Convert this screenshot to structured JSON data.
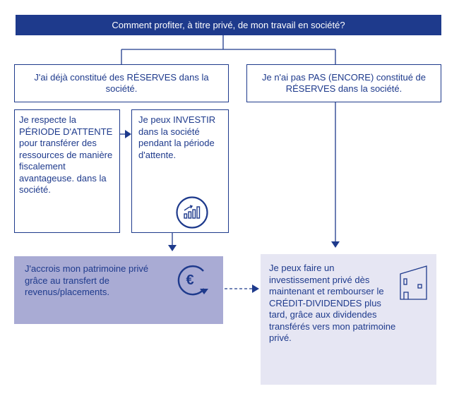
{
  "title": "Comment profiter, à titre privé, de mon travail en société?",
  "left_branch": {
    "label": "J'ai déjà constitué des RÉSERVES dans la société.",
    "option_wait": "Je respecte la PÉRIODE D'ATTENTE pour transférer des ressources de manière fiscalement avantageuse. dans la société.",
    "option_invest": "Je peux INVESTIR dans la société pendant la période d'attente.",
    "option_invest_icon": "growth-chart-icon",
    "result": "J'accrois mon patrimoine privé grâce au transfert de revenus/placements.",
    "result_icon": "euro-cycle-icon"
  },
  "right_branch": {
    "label": "Je n'ai pas PAS (ENCORE) constitué de RÉSERVES dans la société.",
    "result": "Je peux faire un investissement privé dès maintenant et rembourser le CRÉDIT-DIVIDENDES plus tard, grâce aux dividendes transférés vers mon patrimoine privé.",
    "result_icon": "building-icon"
  },
  "colors": {
    "navy": "#1e3a8c",
    "left_result_bg": "#a9abd4",
    "right_result_bg": "#e6e6f3"
  }
}
